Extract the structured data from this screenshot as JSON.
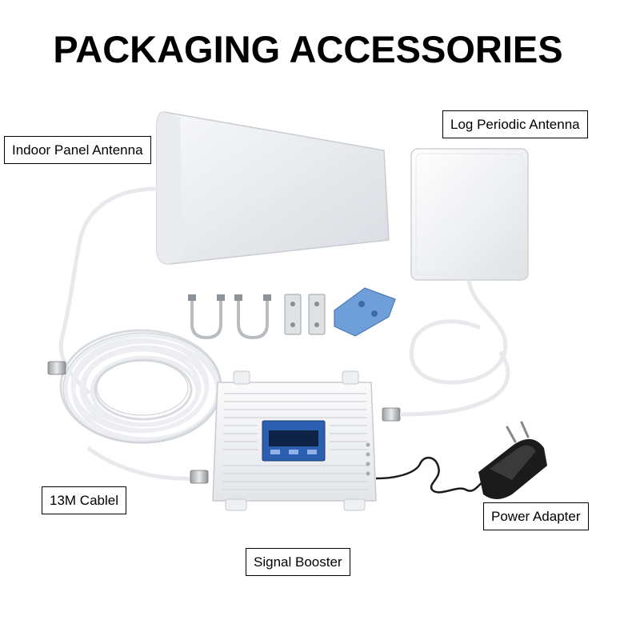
{
  "title": "PACKAGING ACCESSORIES",
  "labels": {
    "indoor_panel_antenna": "Indoor Panel Antenna",
    "log_periodic_antenna": "Log Periodic Antenna",
    "cable": "13M Cablel",
    "power_adapter": "Power Adapter",
    "signal_booster": "Signal Booster"
  },
  "colors": {
    "background": "#ffffff",
    "device_white": "#f2f3f5",
    "bracket_blue": "#6f9fd8",
    "adapter_black": "#1b1b1b",
    "lcd_blue": "#2c5fb0"
  }
}
